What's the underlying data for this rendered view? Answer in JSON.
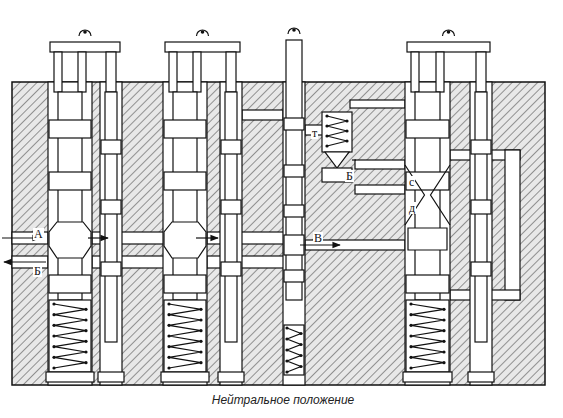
{
  "diagram": {
    "caption": "Нейтральное положение",
    "labels": [
      "А",
      "Б",
      "В",
      "т",
      "Б",
      "с",
      "д"
    ]
  }
}
